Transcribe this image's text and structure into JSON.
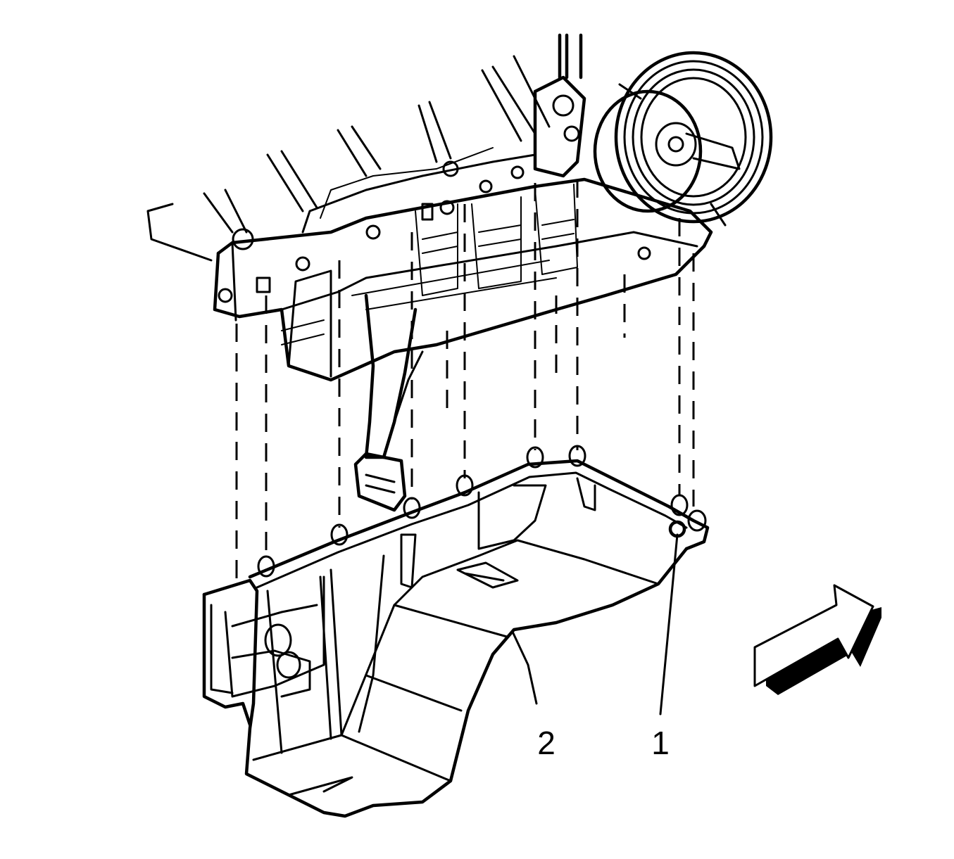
{
  "diagram": {
    "callouts": [
      {
        "id": "1",
        "label": "1"
      },
      {
        "id": "2",
        "label": "2"
      }
    ],
    "icons": {
      "direction_arrow": "front-direction-arrow-icon"
    },
    "colors": {
      "line": "#000000",
      "background": "#ffffff"
    }
  }
}
